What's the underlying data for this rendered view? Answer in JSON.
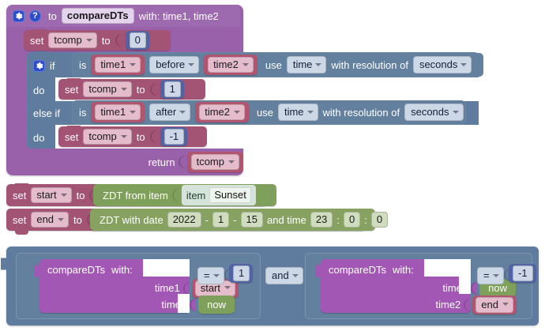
{
  "procedure": {
    "gear_icon": "gear-icon",
    "help_icon": "question-icon",
    "to_label": "to",
    "name": "compareDTs",
    "params_label": "with: time1, time2",
    "set_init": {
      "set_label": "set",
      "variable": "tcomp",
      "to_label": "to",
      "value": "0"
    },
    "if_block": {
      "gear_icon": "gear-icon",
      "if_label": "if",
      "else_if_label": "else if",
      "do_label": "do",
      "branches": [
        {
          "is_label": "is",
          "left": "time1",
          "operator": "before",
          "right": "time2",
          "use_label": "use",
          "use_value": "time",
          "resolution_label": "with resolution of",
          "resolution_value": "seconds",
          "body": {
            "set_label": "set",
            "variable": "tcomp",
            "to_label": "to",
            "value": "1"
          }
        },
        {
          "is_label": "is",
          "left": "time1",
          "operator": "after",
          "right": "time2",
          "use_label": "use",
          "use_value": "time",
          "resolution_label": "with resolution of",
          "resolution_value": "seconds",
          "body": {
            "set_label": "set",
            "variable": "tcomp",
            "to_label": "to",
            "value": "-1"
          }
        }
      ]
    },
    "return_label": "return",
    "return_value": "tcomp"
  },
  "statements": [
    {
      "set_label": "set",
      "variable": "start",
      "to_label": "to",
      "value_block": {
        "label": "ZDT from item",
        "item_label": "item",
        "item_value": "Sunset"
      }
    },
    {
      "set_label": "set",
      "variable": "end",
      "to_label": "to",
      "value_block": {
        "label": "ZDT with date",
        "year": "2022",
        "dash1": "-",
        "month": "1",
        "dash2": "-",
        "day": "15",
        "and_time_label": "and time",
        "hour": "23",
        "colon1": ":",
        "minute": "0",
        "colon2": ":",
        "second": "0"
      }
    }
  ],
  "expression": {
    "and_operator": "and",
    "left": {
      "call_label": "compareDTs",
      "with_label": "with:",
      "arg1_label": "time1",
      "arg1_value": "start",
      "arg2_label": "time2",
      "arg2_value": "now",
      "comparator": "=",
      "compare_value": "1"
    },
    "right": {
      "call_label": "compareDTs",
      "with_label": "with:",
      "arg1_label": "time1",
      "arg1_value": "now",
      "arg2_label": "time2",
      "arg2_value": "end",
      "comparator": "=",
      "compare_value": "-1"
    }
  },
  "colors": {
    "procedure": "#9a61ab",
    "variable_set": "#a35374",
    "variable_get": "#b0546f",
    "logic": "#5f7c9e",
    "math": "#5263a5",
    "datetime": "#7fa05a",
    "call": "#a357b4",
    "icon_blue": "#2d4ccc"
  }
}
